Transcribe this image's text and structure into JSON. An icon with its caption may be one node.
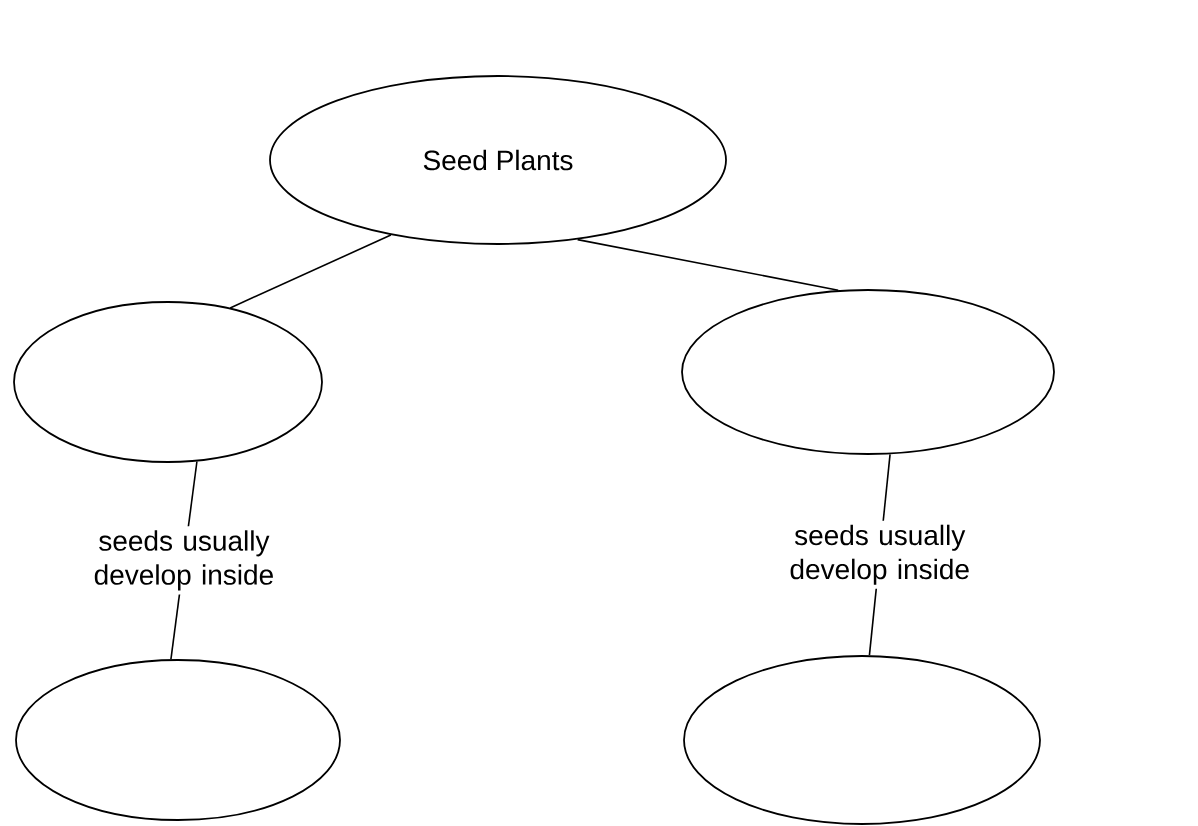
{
  "diagram": {
    "nodes": [
      {
        "text": [
          "Seed Plants"
        ]
      },
      {
        "text": [],
        "shape": "ellipse"
      },
      {
        "text": [],
        "shape": "ellipse"
      },
      {
        "text": [],
        "shape": "ellipse"
      },
      {
        "text": [],
        "shape": "ellipse"
      }
    ],
    "edges": [
      {
        "from": 0,
        "to": 1,
        "arrow": "none"
      },
      {
        "from": 0,
        "to": 2,
        "arrow": "none"
      },
      {
        "from": 1,
        "to": 3,
        "arrow": "none",
        "label": "seeds usually develop inside"
      },
      {
        "from": 2,
        "to": 4,
        "arrow": "none",
        "label": "seeds usually develop inside"
      }
    ]
  }
}
